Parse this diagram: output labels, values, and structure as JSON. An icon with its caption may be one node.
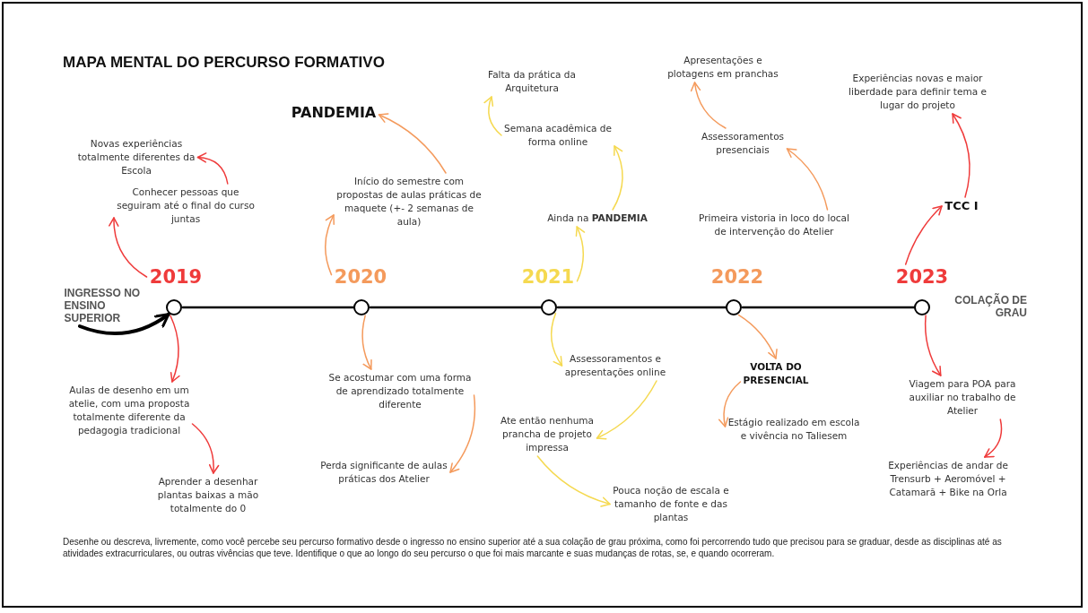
{
  "diagram": {
    "title": "MAPA MENTAL DO PERCURSO FORMATIVO",
    "caption": "Desenhe ou descreva, livremente, como você percebe seu percurso formativo desde o ingresso no ensino superior até a sua colação de grau próxima, como foi percorrendo tudo que precisou para se graduar, desde as disciplinas até as atividades extracurriculares, ou outras vivências que teve. Identifique o que ao longo do seu percurso o que foi mais marcante e suas mudanças de rotas, se, e quando ocorreram.",
    "nodes": [
      {
        "text": [
          "2019"
        ]
      },
      {
        "text": [],
        "shape": "circle"
      },
      {
        "text": [
          "2020"
        ]
      },
      {
        "text": [],
        "shape": "circle"
      },
      {
        "text": [
          "2021"
        ]
      },
      {
        "text": [],
        "shape": "circle"
      },
      {
        "text": [
          "2022"
        ]
      },
      {
        "text": [],
        "shape": "circle"
      },
      {
        "text": [
          "2023"
        ]
      },
      {
        "text": [],
        "shape": "circle"
      },
      {
        "text": [
          "Conhecer pessoas que seguiram até o final do curso juntas"
        ]
      },
      {
        "text": [
          "Novas experiências totalmente diferentes da Escola"
        ]
      },
      {
        "text": [
          "Aulas de desenho em um atelie, com uma proposta totalmente diferente da pedagogia tradicional"
        ]
      },
      {
        "text": [
          "Aprender a desenhar plantas baixas a mão totalmente do 0"
        ]
      },
      {
        "text": [
          "Início do semestre com propostas de aulas práticas de maquete (+- 2 semanas de aula)"
        ]
      },
      {
        "text": [
          "PANDEMIA"
        ]
      },
      {
        "text": [
          "Se acostumar com uma forma de aprendizado totalmente diferente"
        ]
      },
      {
        "text": [
          "Perda significante de aulas práticas dos Atelier"
        ]
      },
      {
        "text": [
          "Ainda na **PANDEMIA**"
        ]
      },
      {
        "text": [
          "Semana acadêmica de forma online"
        ]
      },
      {
        "text": [
          "Falta da prática da Arquitetura"
        ]
      },
      {
        "text": [
          "Assessoramentos e apresentações online"
        ]
      },
      {
        "text": [
          "Ate então nenhuma prancha de projeto impressa"
        ]
      },
      {
        "text": [
          "Pouca noção de escala e tamanho de fonte e das plantas"
        ]
      },
      {
        "text": [
          "Primeira vistoria in loco do local de intervenção do Atelier"
        ]
      },
      {
        "text": [
          "Assessoramentos presenciais"
        ]
      },
      {
        "text": [
          "Apresentações e plotagens em pranchas"
        ]
      },
      {
        "text": [
          "VOLTA DO PRESENCIAL"
        ]
      },
      {
        "text": [
          "Estágio realizado em escola e vivência no Taliesem"
        ]
      },
      {
        "text": [
          "TCC I"
        ]
      },
      {
        "text": [
          "Experiências novas e maior liberdade para definir tema e lugar do projeto"
        ]
      },
      {
        "text": [
          "Viagem para POA para auxiliar no trabalho de Atelier"
        ]
      },
      {
        "text": [
          "Experiências de andar de Trensurb + Aeromóvel + Catamarã + Bike na Orla"
        ]
      },
      {
        "text": [
          "INGRESSO NO ENSINO SUPERIOR"
        ]
      }
    ],
    "edges": [
      {
        "from": 33,
        "to": 1,
        "arrow": "to",
        "style": "thick",
        "color": "#000000"
      },
      {
        "from": 0,
        "to": 10,
        "arrow": "to",
        "color": "#ef3b3b"
      },
      {
        "from": 10,
        "to": 11,
        "arrow": "to",
        "color": "#ef3b3b"
      },
      {
        "from": 1,
        "to": 12,
        "arrow": "to",
        "color": "#ef3b3b"
      },
      {
        "from": 12,
        "to": 13,
        "arrow": "to",
        "color": "#ef3b3b"
      },
      {
        "from": 2,
        "to": 14,
        "arrow": "to",
        "color": "#f49a5c"
      },
      {
        "from": 14,
        "to": 15,
        "arrow": "to",
        "color": "#f49a5c"
      },
      {
        "from": 3,
        "to": 16,
        "arrow": "to",
        "color": "#f49a5c"
      },
      {
        "from": 16,
        "to": 17,
        "arrow": "to",
        "color": "#f49a5c"
      },
      {
        "from": 4,
        "to": 18,
        "arrow": "to",
        "color": "#f5d950"
      },
      {
        "from": 18,
        "to": 19,
        "arrow": "to",
        "color": "#f5d950"
      },
      {
        "from": 19,
        "to": 20,
        "arrow": "to",
        "color": "#f5d950"
      },
      {
        "from": 5,
        "to": 21,
        "arrow": "to",
        "color": "#f5d950"
      },
      {
        "from": 21,
        "to": 22,
        "arrow": "to",
        "color": "#f5d950"
      },
      {
        "from": 22,
        "to": 23,
        "arrow": "to",
        "color": "#f5d950"
      },
      {
        "from": 24,
        "to": 25,
        "arrow": "to",
        "color": "#f49a5c"
      },
      {
        "from": 25,
        "to": 26,
        "arrow": "to",
        "color": "#f49a5c"
      },
      {
        "from": 7,
        "to": 27,
        "arrow": "to",
        "color": "#f49a5c"
      },
      {
        "from": 27,
        "to": 28,
        "arrow": "to",
        "color": "#f49a5c"
      },
      {
        "from": 8,
        "to": 29,
        "arrow": "to",
        "color": "#ef3b3b"
      },
      {
        "from": 29,
        "to": 30,
        "arrow": "to",
        "color": "#ef3b3b"
      },
      {
        "from": 9,
        "to": 31,
        "arrow": "to",
        "color": "#ef3b3b"
      },
      {
        "from": 31,
        "to": 32,
        "arrow": "to",
        "color": "#ef3b3b"
      },
      {
        "from": 1,
        "to": 3,
        "arrow": "none",
        "color": "#000000"
      },
      {
        "from": 3,
        "to": 5,
        "arrow": "none",
        "color": "#000000"
      },
      {
        "from": 5,
        "to": 7,
        "arrow": "none",
        "color": "#000000"
      },
      {
        "from": 7,
        "to": 9,
        "arrow": "none",
        "color": "#000000"
      }
    ],
    "labels": [
      "COLAÇÃO DE GRAU"
    ]
  }
}
